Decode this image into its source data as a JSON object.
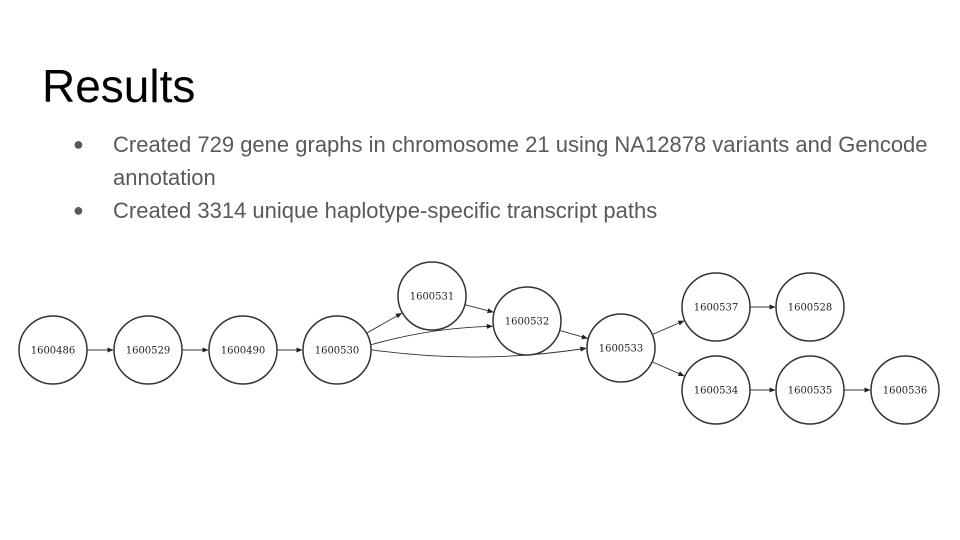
{
  "slide": {
    "title": "Results",
    "bullets": [
      "Created 729 gene graphs in chromosome 21 using NA12878 variants and Gencode annotation",
      "Created 3314 unique haplotype-specific transcript paths"
    ]
  },
  "graph": {
    "nodes": [
      {
        "id": "1600486"
      },
      {
        "id": "1600529"
      },
      {
        "id": "1600490"
      },
      {
        "id": "1600530"
      },
      {
        "id": "1600531"
      },
      {
        "id": "1600532"
      },
      {
        "id": "1600533"
      },
      {
        "id": "1600537"
      },
      {
        "id": "1600528"
      },
      {
        "id": "1600534"
      },
      {
        "id": "1600535"
      },
      {
        "id": "1600536"
      }
    ],
    "edges": [
      [
        "1600486",
        "1600529"
      ],
      [
        "1600529",
        "1600490"
      ],
      [
        "1600490",
        "1600530"
      ],
      [
        "1600530",
        "1600531"
      ],
      [
        "1600530",
        "1600532"
      ],
      [
        "1600530",
        "1600533"
      ],
      [
        "1600531",
        "1600532"
      ],
      [
        "1600532",
        "1600533"
      ],
      [
        "1600533",
        "1600537"
      ],
      [
        "1600533",
        "1600534"
      ],
      [
        "1600537",
        "1600528"
      ],
      [
        "1600534",
        "1600535"
      ],
      [
        "1600535",
        "1600536"
      ]
    ],
    "colors": {
      "stroke": "#333333",
      "fill": "#ffffff"
    }
  }
}
